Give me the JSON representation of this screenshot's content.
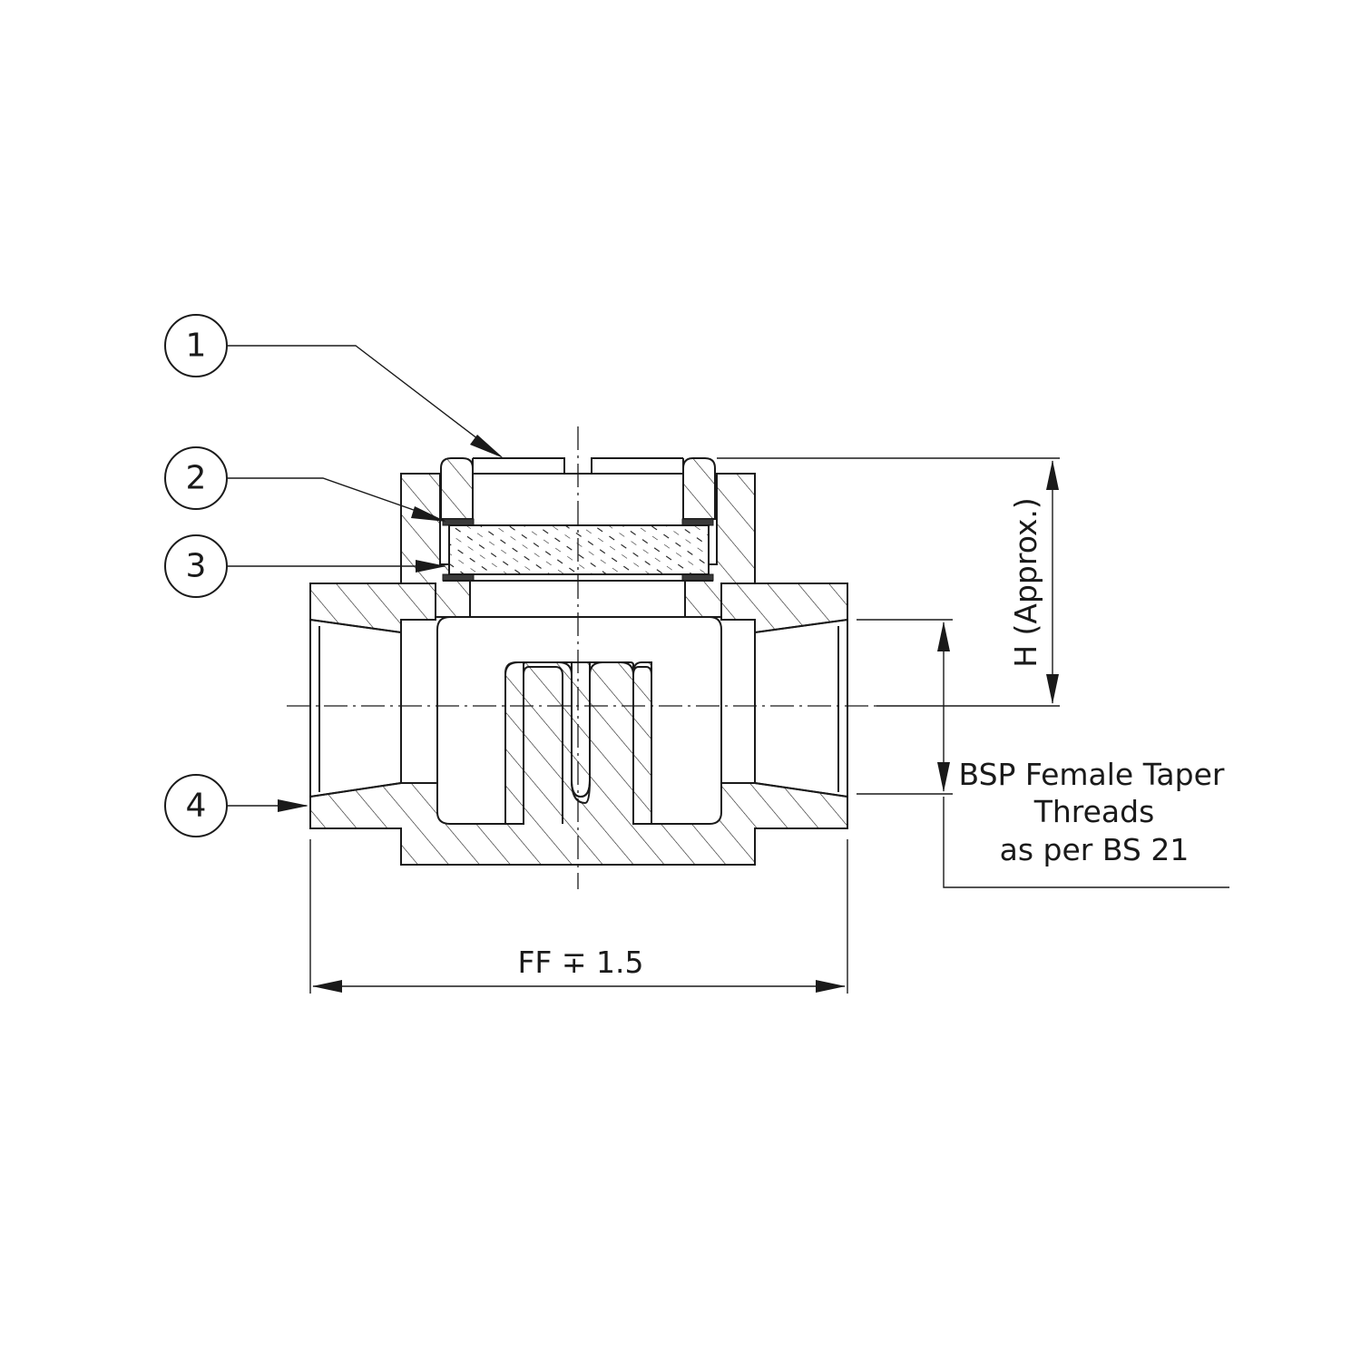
{
  "callouts": [
    {
      "id": "callout-1",
      "label": "1"
    },
    {
      "id": "callout-2",
      "label": "2"
    },
    {
      "id": "callout-3",
      "label": "3"
    },
    {
      "id": "callout-4",
      "label": "4"
    }
  ],
  "dimensions": {
    "height_label": "H (Approx.)",
    "length_label": "FF ∓ 1.5"
  },
  "thread_note": {
    "line1": "BSP Female Taper",
    "line2": "Threads",
    "line3": "as per BS 21"
  }
}
